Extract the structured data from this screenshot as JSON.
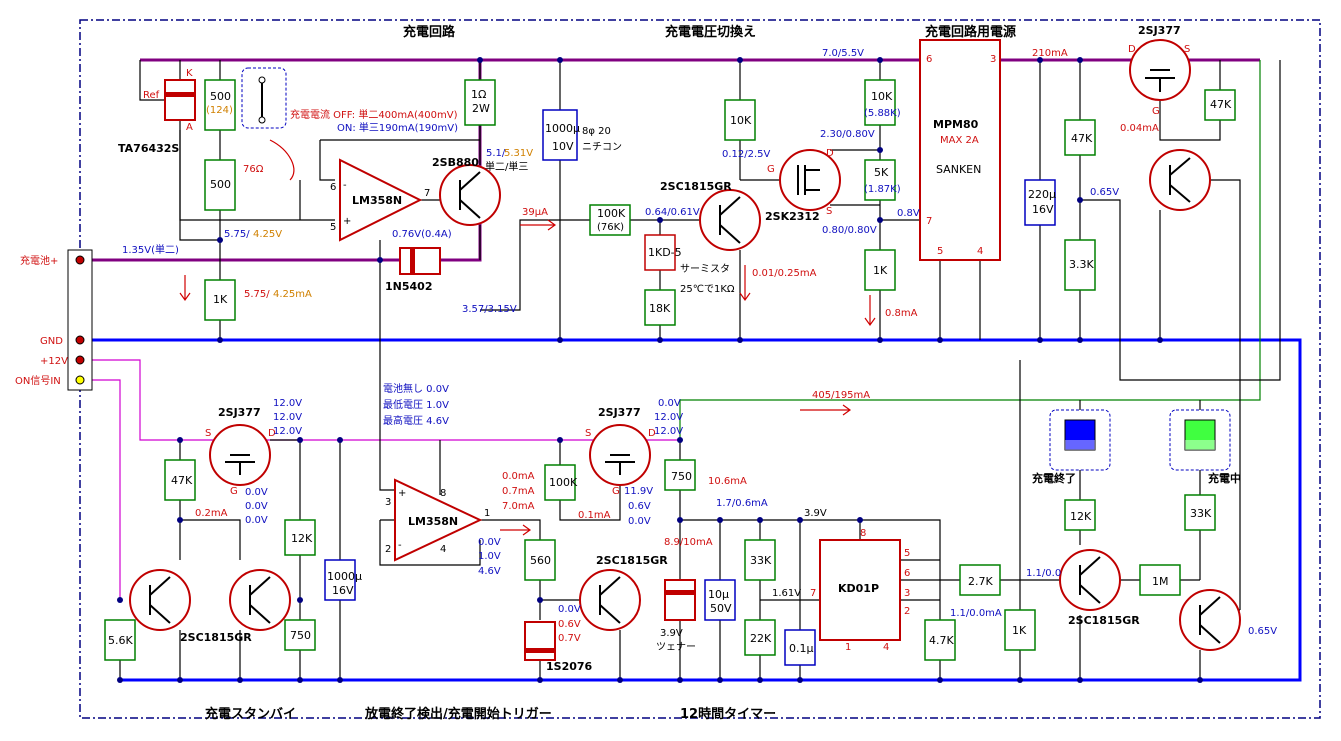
{
  "sections": {
    "charge_circuit": "充電回路",
    "voltage_switch": "充電電圧切換え",
    "power_supply": "充電回路用電源",
    "standby": "充電スタンバイ",
    "discharge_detect": "放電終了検出/充電開始トリガー",
    "timer": "12時間タイマー"
  },
  "terminals": {
    "battery_plus": "充電池+",
    "gnd": "GND",
    "v12": "+12V",
    "on_signal": "ON信号IN"
  },
  "components": {
    "r500_124": "500",
    "r500_124_sub": "(124)",
    "r500b": "500",
    "r76": "76Ω",
    "r1k_a": "1K",
    "r1ohm": "1Ω",
    "r1ohm_w": "2W",
    "tl": "TA76432S",
    "tl_ref": "Ref",
    "tl_k": "K",
    "tl_a": "A",
    "lm358_top": "LM358N",
    "lm358_bot": "LM358N",
    "sb880": "2SB880",
    "sb880_note": "単二/単三",
    "d5402": "1N5402",
    "c1000_top": "1000μ",
    "c1000_top_v": "10V",
    "c1000_top_note1": "8φ 20",
    "c1000_top_note2": "ニチコン",
    "vr100k": "100K",
    "vr100k_sub": "(76K)",
    "kd5": "1KD-5",
    "thermistor1": "サーミスタ",
    "thermistor2": "25℃で1KΩ",
    "r18k": "18K",
    "r10k_mid": "10K",
    "sc1815_top": "2SC1815GR",
    "sk2312": "2SK2312",
    "vr10k": "10K",
    "vr10k_sub": "(5.88K)",
    "vr5k": "5K",
    "vr5k_sub": "(1.87K)",
    "r1k_right": "1K",
    "mpm": "MPM80",
    "mpm_max": "MAX 2A",
    "mpm_maker": "SANKEN",
    "c220": "220μ",
    "c220_v": "16V",
    "r47k_r": "47K",
    "r33k_r": "3.3K",
    "sj377_top": "2SJ377",
    "r47k_top": "47K",
    "sj377_left": "2SJ377",
    "r47k_left": "47K",
    "r12k_left": "12K",
    "r56k": "5.6K",
    "r750_left": "750",
    "c1000_bot": "1000μ",
    "c1000_bot_v": "16V",
    "sc1815_left": "2SC1815GR",
    "sj377_mid": "2SJ377",
    "r100k": "100K",
    "r560": "560",
    "s2076": "1S2076",
    "sc1815_mid": "2SC1815GR",
    "r750_mid": "750",
    "zener_v": "3.9V",
    "zener_n": "ツェナー",
    "c10u": "10μ",
    "c10u_v": "50V",
    "r33k": "33K",
    "r22k": "22K",
    "c01u": "0.1μ",
    "kd01p": "KD01P",
    "r27k": "2.7K",
    "r47k_t": "4.7K",
    "r1k_t": "1K",
    "r12k_t": "12K",
    "sc1815_right": "2SC1815GR",
    "r1m": "1M",
    "r33k_t": "33K",
    "led_done": "充電終了",
    "led_charging": "充電中"
  },
  "pin_labels": {
    "op_top_6": "6",
    "op_top_5": "5",
    "op_top_7": "7",
    "op_top_minus": "-",
    "op_top_plus": "+",
    "op_bot_3": "3",
    "op_bot_2": "2",
    "op_bot_8": "8",
    "op_bot_4": "4",
    "op_bot_1": "1",
    "op_bot_plus": "+",
    "op_bot_minus": "-",
    "mpm_6": "6",
    "mpm_3": "3",
    "mpm_7": "7",
    "mpm_5": "5",
    "mpm_4": "4",
    "kd_8": "8",
    "kd_5": "5",
    "kd_6": "6",
    "kd_3": "3",
    "kd_2": "2",
    "kd_7": "7",
    "kd_1": "1",
    "kd_4": "4",
    "g": "G",
    "d": "D",
    "s": "S"
  },
  "annotations": {
    "charge_current1": "充電電流 OFF: 単二400mA(400mV)",
    "charge_current2": "ON: 単三190mA(190mV)",
    "v575_1": "5.75/",
    "v575_2": "4.25V",
    "ma575_1": "5.75/",
    "ma575_2": "4.25mA",
    "v135": "1.35V(単二)",
    "v076": "0.76V(0.4A)",
    "v51_1": "5.1/",
    "v51_2": "5.31V",
    "v357": "3.57/3.15V",
    "ua39": "39μA",
    "v064": "0.64/0.61V",
    "v012": "0.12/2.5V",
    "v230": "2.30/0.80V",
    "v080": "0.80/0.80V",
    "v08": "0.8V",
    "ma001": "0.01/0.25mA",
    "ma08": "0.8mA",
    "v70": "7.0/5.5V",
    "ma210": "210mA",
    "ma004": "0.04mA",
    "v065a": "0.65V",
    "v12a": "12.0V",
    "v12b": "12.0V",
    "v12c": "12.0V",
    "v0a": "0.0V",
    "v0b": "0.0V",
    "v0c": "0.0V",
    "ma02": "0.2mA",
    "bat1": "電池無し  0.0V",
    "bat2": "最低電圧  1.0V",
    "bat3": "最高電圧  4.6V",
    "ma00": "0.0mA",
    "ma07": "0.7mA",
    "ma70": "7.0mA",
    "v00o": "0.0V",
    "v10o": "1.0V",
    "v46o": "4.6V",
    "ma01": "0.1mA",
    "v119": "11.9V",
    "v06": "0.6V",
    "v00g": "0.0V",
    "v00b": "0.0V",
    "v06b": "0.6V",
    "v07b": "0.7V",
    "v00m": "0.0V",
    "v12m1": "12.0V",
    "v12m2": "12.0V",
    "ma405": "405/195mA",
    "ma106": "10.6mA",
    "ma17": "1.7/0.6mA",
    "v39": "3.9V",
    "ma89": "8.9/10mA",
    "v161": "1.61V",
    "ma11": "1.1/0.0mA",
    "v11": "1.1/0.0",
    "v065b": "0.65V"
  },
  "colors": {
    "purple": "#800080",
    "blue": "#0000ff",
    "green": "#008000",
    "red": "#ff0000",
    "box_green": "#008000",
    "box_blue": "#0000c0"
  }
}
